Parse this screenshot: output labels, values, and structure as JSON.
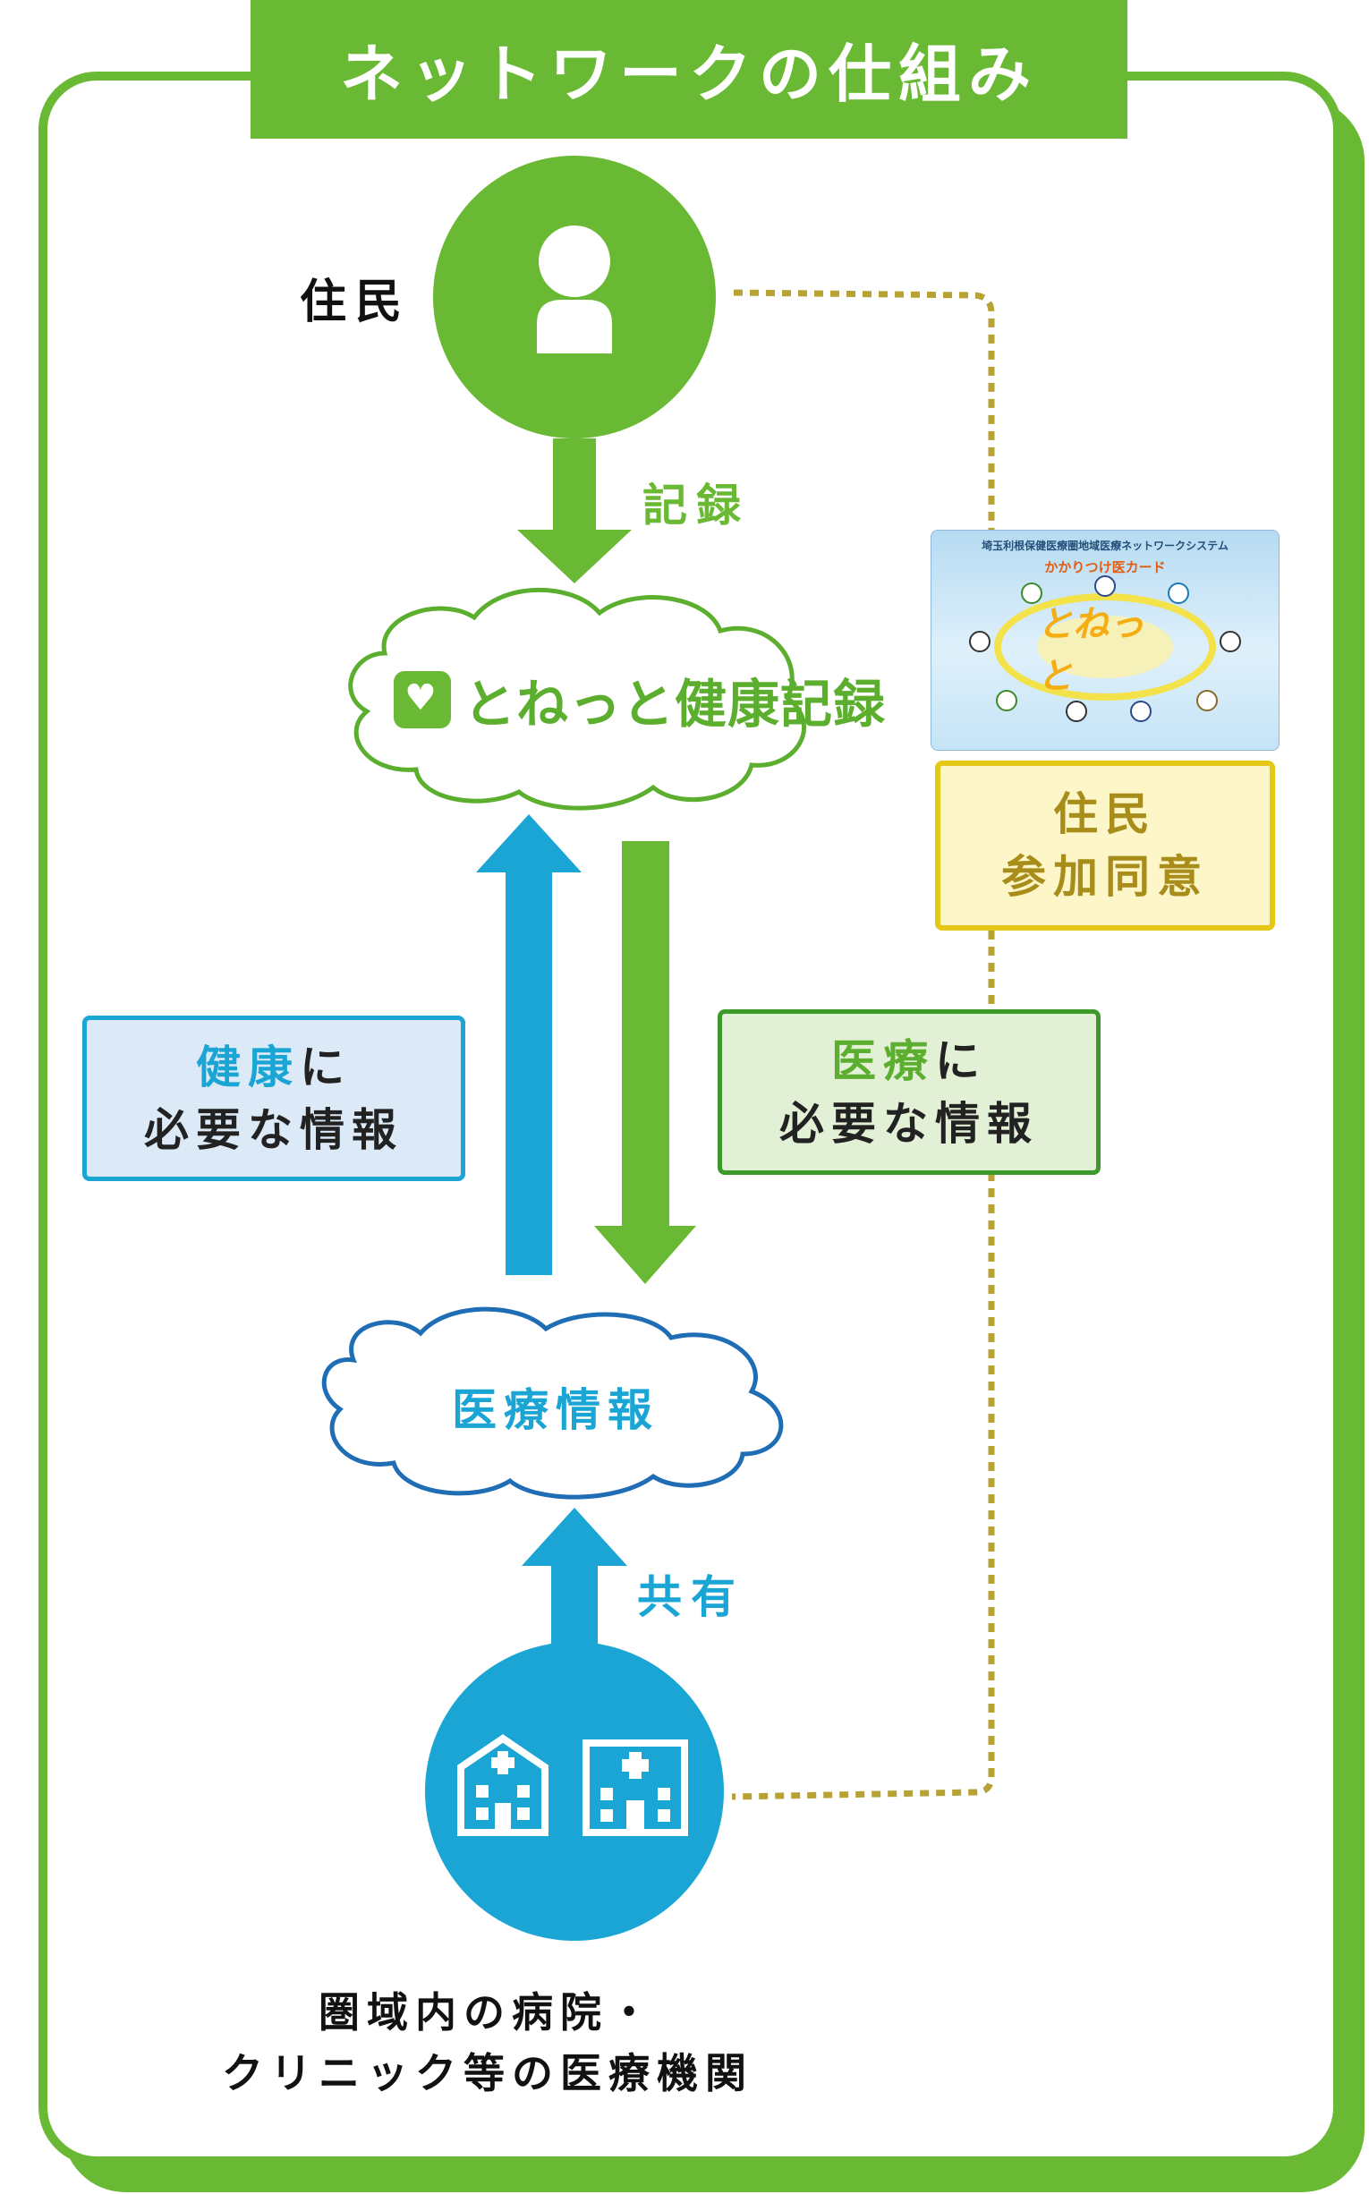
{
  "title": "ネットワークの仕組み",
  "resident_label": "住民",
  "record_label": "記録",
  "share_label": "共有",
  "app": {
    "icon": "heart-compass-app-icon",
    "name": "とねっと健康記録"
  },
  "medical_info_label": "医療情報",
  "health_box": {
    "highlight": "健康",
    "suffix": "に",
    "line2": "必要な情報"
  },
  "medical_box": {
    "highlight": "医療",
    "suffix": "に",
    "line2": "必要な情報"
  },
  "consent_box": {
    "line1": "住民",
    "line2": "参加同意"
  },
  "card": {
    "header": "埼玉利根保健医療圏地域医療ネットワークシステム",
    "subtitle": "かかりつけ医カード",
    "name": "とねっと"
  },
  "facilities_label": {
    "line1": "圏域内の病院・",
    "line2": "クリニック等の医療機関"
  },
  "icons": [
    "person-icon",
    "hospital-icon",
    "clinic-icon"
  ],
  "colors": {
    "green": "#6ab935",
    "dark_green": "#3d9a2a",
    "blue": "#1aa5d5",
    "olive": "#b7a233",
    "yellow": "#e5c716"
  }
}
